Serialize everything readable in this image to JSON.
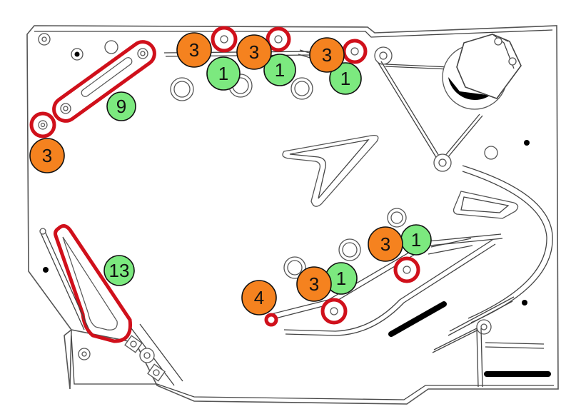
{
  "diagram": {
    "colors": {
      "driven_roller": "#f5821f",
      "idler_roller": "#7ce97f",
      "belt": "#d0101b",
      "outline": "#555555"
    },
    "badges": [
      {
        "id": "badge-3-top-left",
        "label": "3",
        "kind": "driven_roller"
      },
      {
        "id": "badge-1-top-left",
        "label": "1",
        "kind": "idler_roller"
      },
      {
        "id": "badge-3-top-middle",
        "label": "3",
        "kind": "driven_roller"
      },
      {
        "id": "badge-1-top-middle",
        "label": "1",
        "kind": "idler_roller"
      },
      {
        "id": "badge-3-top-right",
        "label": "3",
        "kind": "driven_roller"
      },
      {
        "id": "badge-1-top-right",
        "label": "1",
        "kind": "idler_roller"
      },
      {
        "id": "badge-9",
        "label": "9",
        "kind": "idler_roller"
      },
      {
        "id": "badge-3-left",
        "label": "3",
        "kind": "driven_roller"
      },
      {
        "id": "badge-13",
        "label": "13",
        "kind": "idler_roller"
      },
      {
        "id": "badge-4",
        "label": "4",
        "kind": "driven_roller"
      },
      {
        "id": "badge-3-lower-left",
        "label": "3",
        "kind": "driven_roller"
      },
      {
        "id": "badge-1-lower-left",
        "label": "1",
        "kind": "idler_roller"
      },
      {
        "id": "badge-3-lower-right",
        "label": "3",
        "kind": "driven_roller"
      },
      {
        "id": "badge-1-lower-right",
        "label": "1",
        "kind": "idler_roller"
      }
    ]
  }
}
